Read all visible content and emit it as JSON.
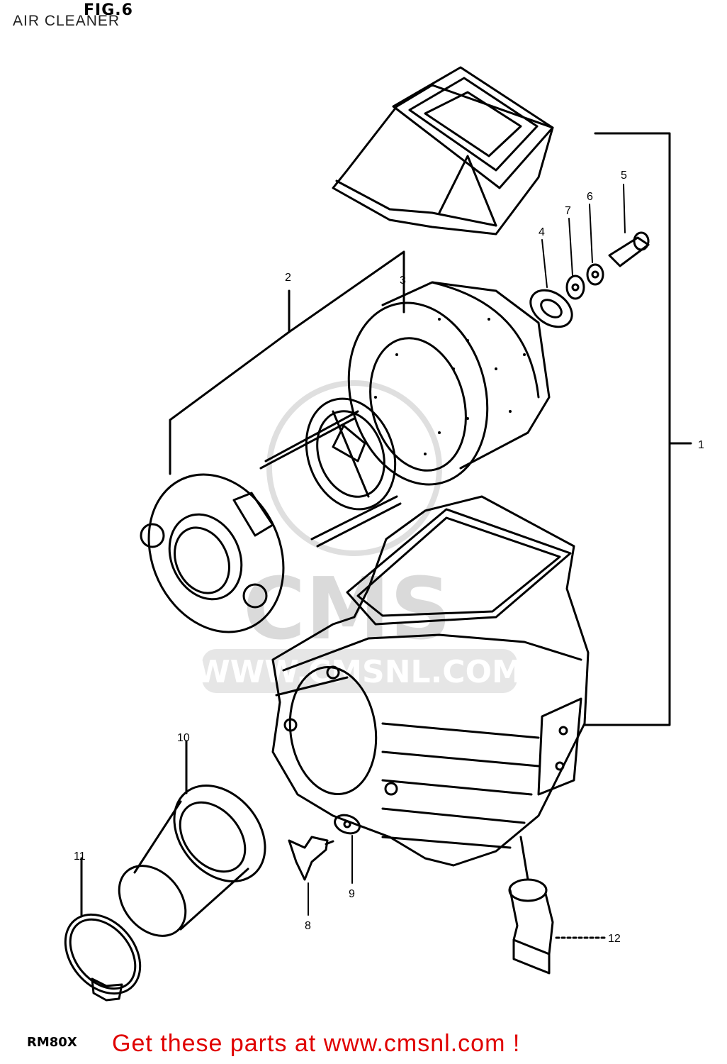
{
  "figure": {
    "label": "FIG.6",
    "title": "AIR CLEANER",
    "model": "RM80X"
  },
  "watermark": {
    "logo": "CMS",
    "url": "WWW.CMSNL.COM"
  },
  "promo": {
    "text": "Get these parts at www.cmsnl.com !",
    "color": "#e00000"
  },
  "callouts": [
    "1",
    "2",
    "3",
    "4",
    "5",
    "6",
    "7",
    "8",
    "9",
    "10",
    "11",
    "12"
  ]
}
